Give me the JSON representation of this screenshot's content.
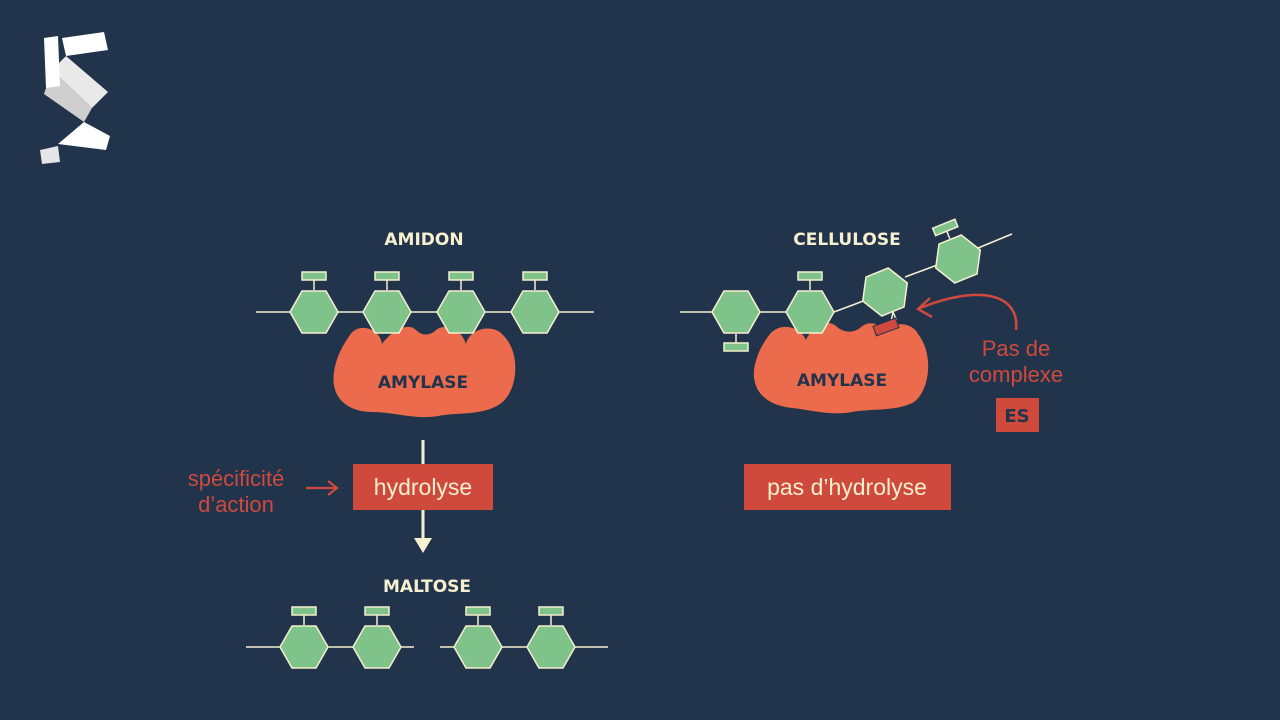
{
  "logo": {
    "text": "IS"
  },
  "amidon": {
    "title": "AMIDON",
    "enzyme_label": "AMYLASE"
  },
  "cellulose": {
    "title": "CELLULOSE",
    "enzyme_label": "AMYLASE",
    "note_line1": "Pas de",
    "note_line2": "complexe",
    "badge": "ES",
    "result_label": "pas d’hydrolyse"
  },
  "reaction": {
    "specificity_line1": "spécificité",
    "specificity_line2": "d’action",
    "hydrolysis_label": "hydrolyse",
    "product_title": "MALTOSE"
  },
  "colors": {
    "background": "#21344c",
    "glucose": "#7fc28a",
    "enzyme": "#ec6b4c",
    "accent_red": "#cf4a3c",
    "text_cream": "#f6efd0",
    "label_dark": "#21344c"
  },
  "icons": [
    "logo-mark",
    "glucose-hexagon",
    "enzyme-blob",
    "arrow-right-icon",
    "arrow-down-icon",
    "curved-arrow-icon"
  ]
}
